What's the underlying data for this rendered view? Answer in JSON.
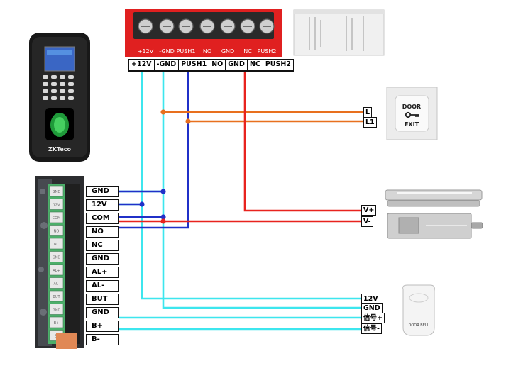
{
  "psu_terminal_labels": [
    "+12V",
    "-GND",
    "PUSH1",
    "NO",
    "GND",
    "NC",
    "PUSH2"
  ],
  "psu_silkscreen": [
    "+12V",
    "-GND",
    "PUSH1",
    "NO",
    "GND",
    "NC",
    "PUSH2"
  ],
  "controller_terminals": [
    "GND",
    "12V",
    "COM",
    "NO",
    "NC",
    "GND",
    "AL+",
    "AL-",
    "BUT",
    "GND",
    "B+",
    "B-"
  ],
  "board_silkscreen": [
    "GND",
    "12V",
    "COM",
    "NO",
    "NC",
    "GND",
    "AL+",
    "AL-",
    "BUT",
    "GND",
    "B+",
    "B-"
  ],
  "exit_button": {
    "terminals": [
      "L",
      "L1"
    ],
    "face_text": [
      "DOOR",
      "EXIT"
    ]
  },
  "lock": {
    "terminals": [
      "V+",
      "V-"
    ]
  },
  "doorbell": {
    "terminals": [
      "12V",
      "GND",
      "信号+",
      "信号-"
    ],
    "face_text": "DOOR BELL"
  },
  "reader_brand": "ZKTeco",
  "colors": {
    "cyan": "#3de6ee",
    "blue": "#2030c8",
    "orange": "#e8701e",
    "red": "#e8231e",
    "psu_red": "#e02020",
    "terminal_green": "#4caf6a"
  }
}
